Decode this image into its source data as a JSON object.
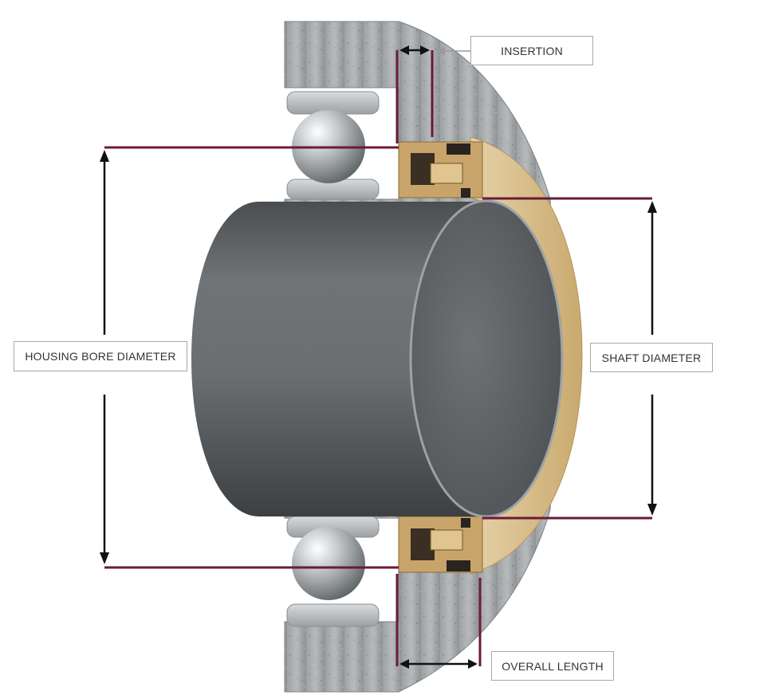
{
  "labels": {
    "insertion": "INSERTION",
    "housing_bore_diameter": "HOUSING BORE DIAMETER",
    "shaft_diameter": "SHAFT DIAMETER",
    "overall_length": "OVERALL LENGTH"
  },
  "colors": {
    "dimension_line": "#6b1a3a",
    "arrow": "#111111",
    "housing": "#a9adb0",
    "shaft": "#5f6366",
    "seal_body": "#c9a46a",
    "seal_face": "#dcc596",
    "bearing_ball": "#b8bcbf"
  }
}
